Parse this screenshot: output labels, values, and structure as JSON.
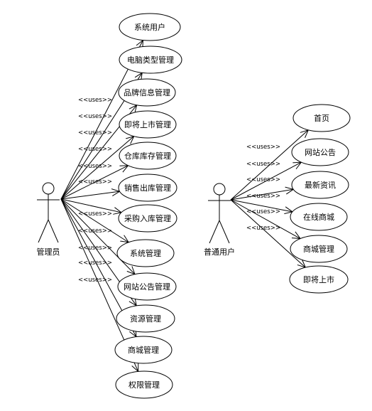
{
  "actors": [
    {
      "id": "admin",
      "label": "管理员"
    },
    {
      "id": "user",
      "label": "普通用户"
    }
  ],
  "uses_label": "<<uses>>",
  "admin_use_cases": [
    "系统用户",
    "电脑类型管理",
    "品牌信息管理",
    "即将上市管理",
    "仓库库存管理",
    "销售出库管理",
    "采购入库管理",
    "系统管理",
    "网站公告管理",
    "资源管理",
    "商城管理",
    "权限管理"
  ],
  "user_use_cases": [
    "首页",
    "网站公告",
    "最新资讯",
    "在线商城",
    "商城管理",
    "即将上市"
  ],
  "colors": {
    "stroke": "#000000",
    "background": "#ffffff"
  }
}
